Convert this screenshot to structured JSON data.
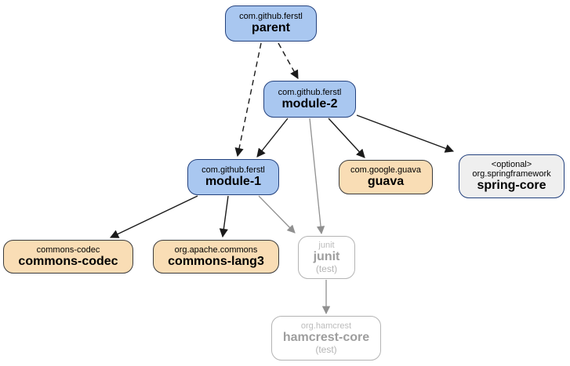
{
  "diagram": {
    "type": "maven-dependency-graph",
    "background": "#ffffff",
    "colors": {
      "module_fill": "#a9c7f0",
      "module_border": "#24427e",
      "dependency_fill": "#f9ddb5",
      "dependency_border": "#3b3b3b",
      "optional_fill": "#efefef",
      "optional_border": "#24427e",
      "test_fill": "#ffffff",
      "test_border": "#b4b4b4",
      "test_text": "#9e9e9e",
      "edge_black": "#1a1a1a",
      "edge_gray": "#909090"
    },
    "nodes": [
      {
        "id": "parent",
        "group": "com.github.ferstl",
        "artifact": "parent",
        "kind": "module"
      },
      {
        "id": "module-2",
        "group": "com.github.ferstl",
        "artifact": "module-2",
        "kind": "module"
      },
      {
        "id": "module-1",
        "group": "com.github.ferstl",
        "artifact": "module-1",
        "kind": "module"
      },
      {
        "id": "guava",
        "group": "com.google.guava",
        "artifact": "guava",
        "kind": "dependency"
      },
      {
        "id": "spring-core",
        "optional_tag": "<optional>",
        "group": "org.springframework",
        "artifact": "spring-core",
        "kind": "optional"
      },
      {
        "id": "commons-codec",
        "group": "commons-codec",
        "artifact": "commons-codec",
        "kind": "dependency"
      },
      {
        "id": "commons-lang3",
        "group": "org.apache.commons",
        "artifact": "commons-lang3",
        "kind": "dependency"
      },
      {
        "id": "junit",
        "group": "junit",
        "artifact": "junit",
        "scope": "(test)",
        "kind": "test"
      },
      {
        "id": "hamcrest-core",
        "group": "org.hamcrest",
        "artifact": "hamcrest-core",
        "scope": "(test)",
        "kind": "test"
      }
    ],
    "edges": [
      {
        "from": "parent",
        "to": "module-2",
        "style": "dashed"
      },
      {
        "from": "parent",
        "to": "module-1",
        "style": "dashed"
      },
      {
        "from": "module-2",
        "to": "module-1",
        "style": "solid"
      },
      {
        "from": "module-2",
        "to": "guava",
        "style": "solid"
      },
      {
        "from": "module-2",
        "to": "spring-core",
        "style": "solid"
      },
      {
        "from": "module-2",
        "to": "junit",
        "style": "test"
      },
      {
        "from": "module-1",
        "to": "commons-codec",
        "style": "solid"
      },
      {
        "from": "module-1",
        "to": "commons-lang3",
        "style": "solid"
      },
      {
        "from": "module-1",
        "to": "junit",
        "style": "test"
      },
      {
        "from": "junit",
        "to": "hamcrest-core",
        "style": "test"
      }
    ]
  }
}
